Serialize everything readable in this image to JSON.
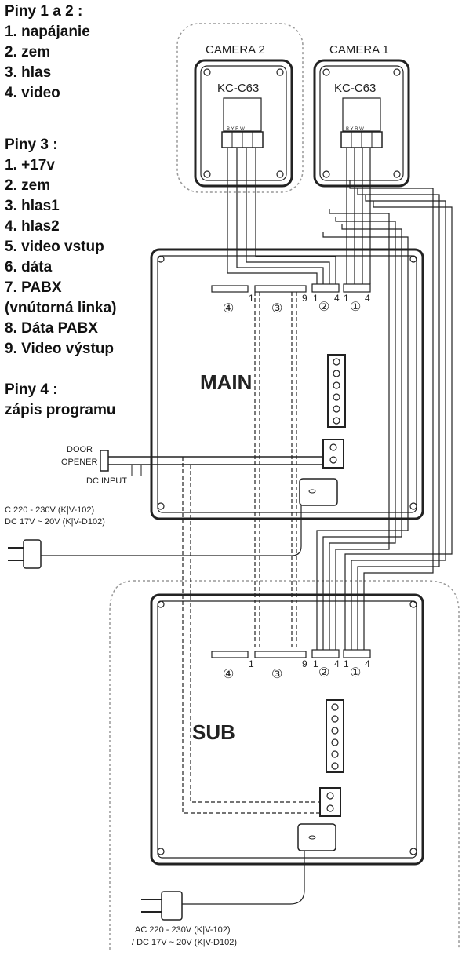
{
  "legend": {
    "group1_title": "Piny 1 a 2 :",
    "group1_items": [
      "1. napájanie",
      "2. zem",
      "3. hlas",
      "4. video"
    ],
    "group2_title": "Piny 3 :",
    "group2_items": [
      "1. +17v",
      "2. zem",
      "3. hlas1",
      "4. hlas2",
      "5. video vstup",
      "6. dáta",
      "7. PABX",
      "(vnútorná linka)",
      "8. Dáta PABX",
      "9. Video výstup"
    ],
    "group3_title": "Piny 4 :",
    "group3_items": [
      "zápis programu"
    ]
  },
  "cameras": [
    {
      "title": "CAMERA 2",
      "model": "KC-C63",
      "terminals": "B Y R W"
    },
    {
      "title": "CAMERA 1",
      "model": "KC-C63",
      "terminals": "B Y R W"
    }
  ],
  "main_unit": {
    "label": "MAIN",
    "connectors": [
      "④",
      "③",
      "②",
      "①"
    ],
    "pin_labels": {
      "c3_start": "1",
      "c3_end": "9",
      "c2_start": "1",
      "c2_end": "4",
      "c1_start": "1",
      "c1_end": "4"
    }
  },
  "sub_unit": {
    "label": "SUB",
    "connectors": [
      "④",
      "③",
      "②",
      "①"
    ],
    "pin_labels": {
      "c3_start": "1",
      "c3_end": "9",
      "c2_start": "1",
      "c2_end": "4",
      "c1_start": "1",
      "c1_end": "4"
    }
  },
  "door_opener": {
    "line1": "DOOR",
    "line2": "OPENER"
  },
  "dc_input": "DC INPUT",
  "main_power": {
    "line1": "C 220 - 230V (K|V-102)",
    "line2": "DC 17V ~ 20V (K|V-D102)"
  },
  "sub_power": {
    "line1": "AC 220 - 230V (K|V-102)",
    "line2": "/ DC 17V ~ 20V (K|V-D102)"
  }
}
